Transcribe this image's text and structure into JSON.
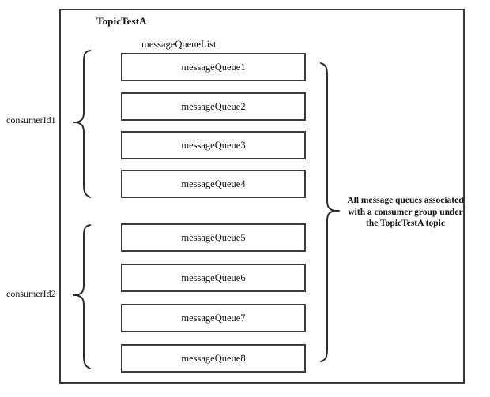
{
  "diagram": {
    "topic": {
      "title": "TopicTestA",
      "queue_list_label": "messageQueueList"
    },
    "consumers": [
      {
        "label": "consumerId1",
        "queue_indices": [
          0,
          1,
          2,
          3
        ]
      },
      {
        "label": "consumerId2",
        "queue_indices": [
          4,
          5,
          6,
          7
        ]
      }
    ],
    "queues": [
      {
        "label": "messageQueue1"
      },
      {
        "label": "messageQueue2"
      },
      {
        "label": "messageQueue3"
      },
      {
        "label": "messageQueue4"
      },
      {
        "label": "messageQueue5"
      },
      {
        "label": "messageQueue6"
      },
      {
        "label": "messageQueue7"
      },
      {
        "label": "messageQueue8"
      }
    ],
    "annotation": {
      "line1": "All message queues associated",
      "line2": "with a consumer group under",
      "line3": "the TopicTestA topic"
    },
    "colors": {
      "background": "#ffffff",
      "outer_border": "#3a3a3a",
      "queue_border": "#3c3c3c",
      "brace_stroke": "#2c2c2c",
      "text": "#111111"
    }
  }
}
